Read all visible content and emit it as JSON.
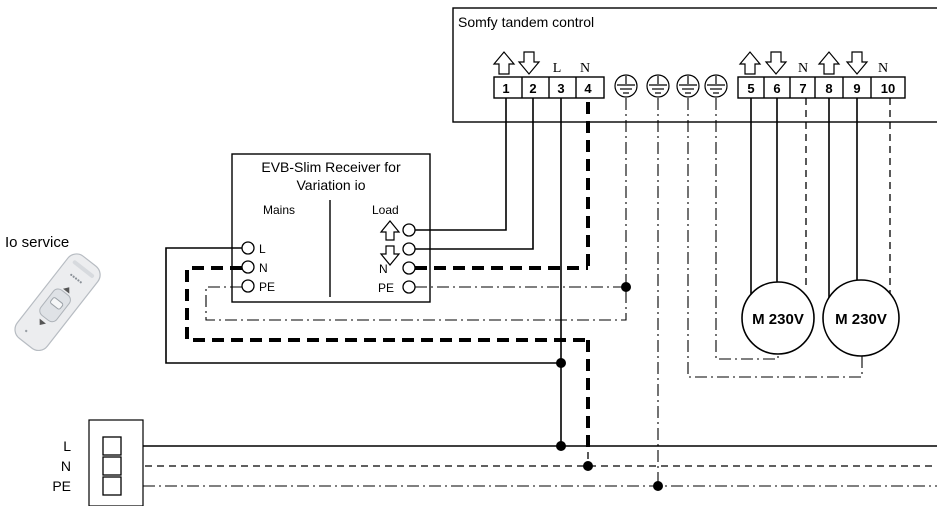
{
  "controller": {
    "title": "Somfy tandem control",
    "terminals": [
      "1",
      "2",
      "3",
      "4",
      "5",
      "6",
      "7",
      "8",
      "9",
      "10"
    ],
    "terminal_letters": {
      "l": "L",
      "n": "N"
    }
  },
  "receiver": {
    "title_line1": "EVB-Slim Receiver for",
    "title_line2": "Variation io",
    "mains_label": "Mains",
    "load_label": "Load",
    "mains_terminals": [
      "L",
      "N",
      "PE"
    ],
    "load_terminals": [
      "N",
      "PE"
    ]
  },
  "remote": {
    "label": "Io service"
  },
  "motors": [
    {
      "label": "M 230V"
    },
    {
      "label": "M 230V"
    }
  ],
  "supply": {
    "lines": [
      "L",
      "N",
      "PE"
    ]
  }
}
